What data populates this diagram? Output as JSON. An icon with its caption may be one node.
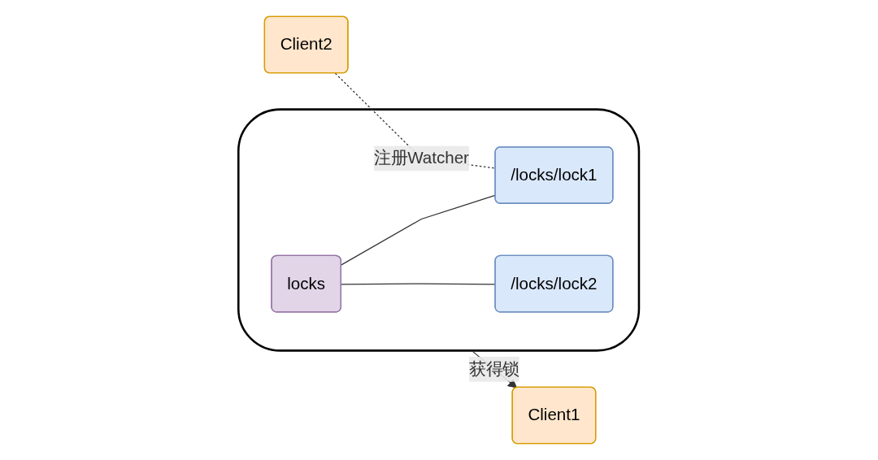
{
  "diagram": {
    "nodes": [
      {
        "text": [],
        "shape": "box"
      },
      {
        "text": [
          "Client1"
        ]
      },
      {
        "text": [
          "Client2"
        ]
      },
      {
        "text": [
          "locks"
        ],
        "in": 0
      },
      {
        "text": [
          "/locks/lock1"
        ],
        "in": 0
      },
      {
        "text": [
          "/locks/lock2"
        ],
        "in": 0
      }
    ],
    "edges": [
      {
        "from": 0,
        "to": 1,
        "arrow": "to",
        "label": "获得锁"
      },
      {
        "from": 2,
        "to": 4,
        "arrow": "none",
        "style": "dashed",
        "label": "注册Watcher"
      },
      {
        "from": 3,
        "to": 4,
        "arrow": "none"
      },
      {
        "from": 3,
        "to": 5,
        "arrow": "none"
      }
    ]
  }
}
